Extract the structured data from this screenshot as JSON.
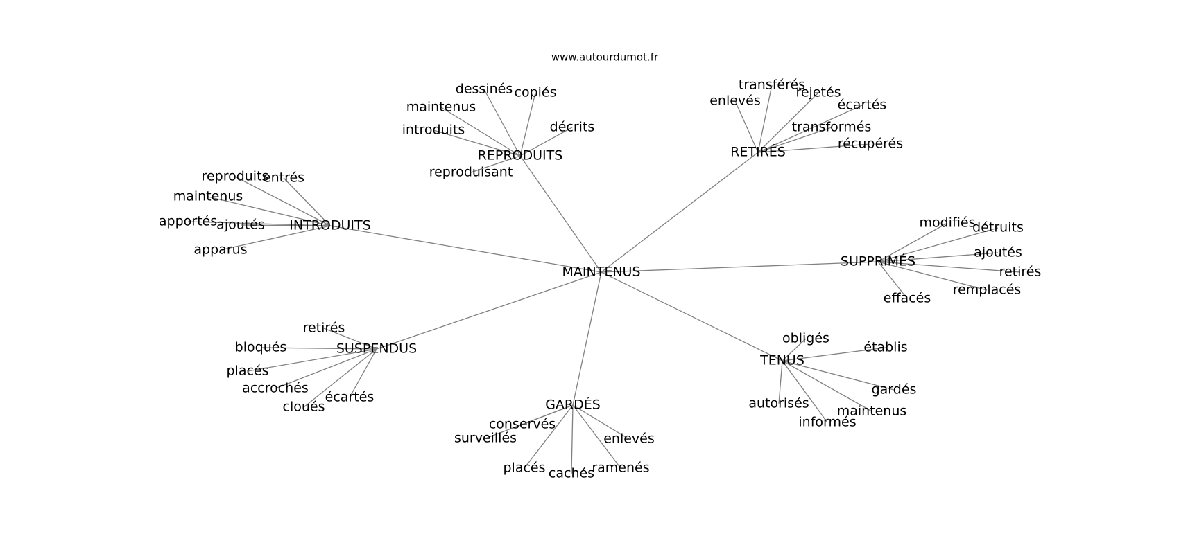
{
  "source": "www.autourdumot.fr",
  "graph": {
    "center": "MAINTENUS",
    "clusters": [
      {
        "hub": "REPRODUITS",
        "leaves": [
          "dessinés",
          "copiés",
          "maintenus",
          "introduits",
          "décrits",
          "reproduisant"
        ]
      },
      {
        "hub": "RETIRÉS",
        "leaves": [
          "transférés",
          "rejetés",
          "enlevés",
          "écartés",
          "transformés",
          "récupérés"
        ]
      },
      {
        "hub": "INTRODUITS",
        "leaves": [
          "reproduits",
          "entrés",
          "maintenus",
          "apportés",
          "ajoutés",
          "apparus"
        ]
      },
      {
        "hub": "SUPPRIMÉS",
        "leaves": [
          "modifiés",
          "détruits",
          "ajoutés",
          "retirés",
          "remplacés",
          "effacés"
        ]
      },
      {
        "hub": "SUSPENDUS",
        "leaves": [
          "retirés",
          "bloqués",
          "placés",
          "accrochés",
          "cloués",
          "écartés"
        ]
      },
      {
        "hub": "TENUS",
        "leaves": [
          "obligés",
          "établis",
          "gardés",
          "autorisés",
          "maintenus",
          "informés"
        ]
      },
      {
        "hub": "GARDÉS",
        "leaves": [
          "conservés",
          "surveillés",
          "enlevés",
          "placés",
          "cachés",
          "ramenés"
        ]
      }
    ]
  }
}
